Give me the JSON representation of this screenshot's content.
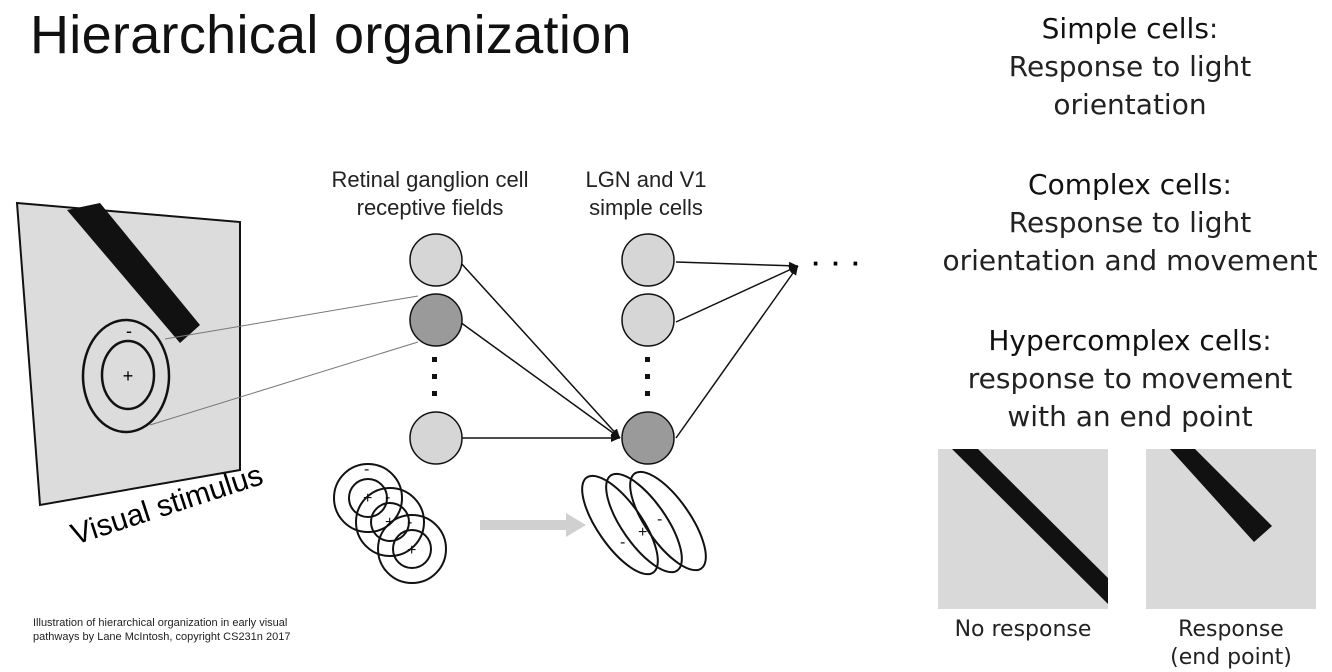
{
  "title": "Hierarchical organization",
  "labels": {
    "retinal": [
      "Retinal ganglion cell",
      "receptive fields"
    ],
    "lgn": [
      "LGN and V1",
      "simple cells"
    ],
    "visual_stimulus": "Visual stimulus",
    "ellipsis": "· · ·",
    "plus": "+",
    "minus": "-"
  },
  "right_panel": {
    "simple": {
      "head": "Simple cells",
      "colon": ":",
      "body": [
        "Response to light",
        "orientation"
      ]
    },
    "complex": {
      "head": "Complex cells",
      "colon": ":",
      "body": [
        "Response to light",
        "orientation and movement"
      ]
    },
    "hypercomplex": {
      "head": "Hypercomplex cells",
      "colon": ":",
      "body": [
        "response to movement",
        "with an end point"
      ]
    }
  },
  "responses": {
    "left_label": "No response",
    "right_label": [
      "Response",
      "(end point)"
    ]
  },
  "caption": [
    "Illustration of hierarchical organization in early visual",
    "pathways by Lane McIntosh, copyright CS231n 2017"
  ],
  "colors": {
    "light_cell": "#d6d6d6",
    "dark_cell": "#9a9a9a",
    "panel_bg": "#d9d9d9",
    "arrow_gray": "#d0d0d0"
  }
}
